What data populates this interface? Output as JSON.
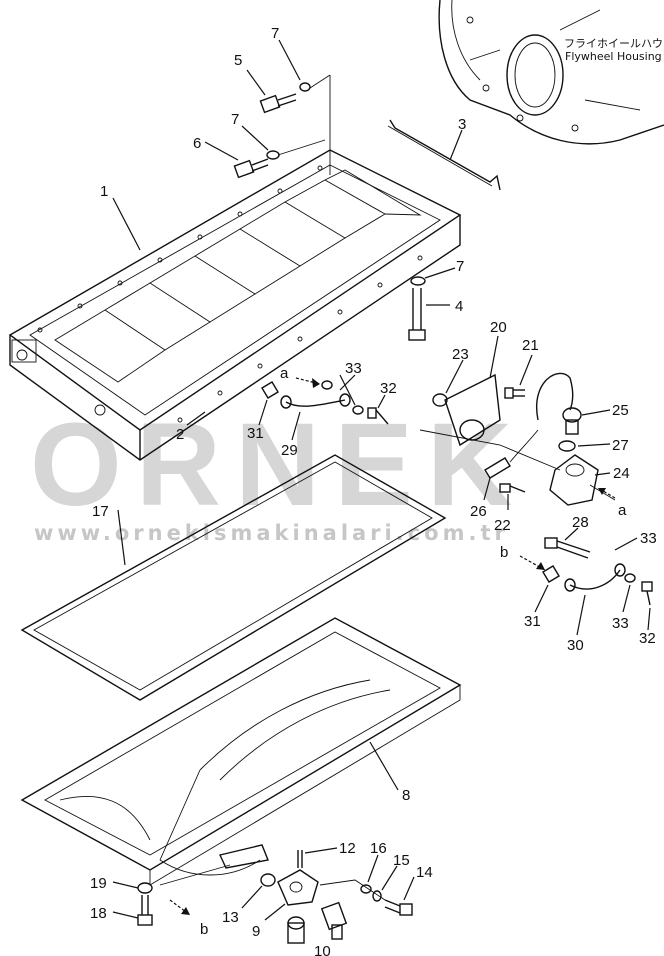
{
  "flywheel_label_jp": "フライホイールハウジング",
  "flywheel_label_en": "Flywheel  Housing",
  "watermark": {
    "brand": "ORNEK",
    "url": "www.ornekismakinalari.com.tr"
  },
  "callouts": [
    {
      "id": "1",
      "text": "1"
    },
    {
      "id": "2",
      "text": "2"
    },
    {
      "id": "3",
      "text": "3"
    },
    {
      "id": "4",
      "text": "4"
    },
    {
      "id": "5",
      "text": "5"
    },
    {
      "id": "6",
      "text": "6"
    },
    {
      "id": "7a",
      "text": "7"
    },
    {
      "id": "7b",
      "text": "7"
    },
    {
      "id": "7c",
      "text": "7"
    },
    {
      "id": "8",
      "text": "8"
    },
    {
      "id": "9",
      "text": "9"
    },
    {
      "id": "10",
      "text": "10"
    },
    {
      "id": "12",
      "text": "12"
    },
    {
      "id": "13",
      "text": "13"
    },
    {
      "id": "14",
      "text": "14"
    },
    {
      "id": "15",
      "text": "15"
    },
    {
      "id": "16",
      "text": "16"
    },
    {
      "id": "17",
      "text": "17"
    },
    {
      "id": "18",
      "text": "18"
    },
    {
      "id": "19",
      "text": "19"
    },
    {
      "id": "20",
      "text": "20"
    },
    {
      "id": "21",
      "text": "21"
    },
    {
      "id": "22",
      "text": "22"
    },
    {
      "id": "23",
      "text": "23"
    },
    {
      "id": "24",
      "text": "24"
    },
    {
      "id": "25",
      "text": "25"
    },
    {
      "id": "26",
      "text": "26"
    },
    {
      "id": "27",
      "text": "27"
    },
    {
      "id": "28",
      "text": "28"
    },
    {
      "id": "29",
      "text": "29"
    },
    {
      "id": "30",
      "text": "30"
    },
    {
      "id": "31a",
      "text": "31"
    },
    {
      "id": "31b",
      "text": "31"
    },
    {
      "id": "32a",
      "text": "32"
    },
    {
      "id": "32b",
      "text": "32"
    },
    {
      "id": "33a",
      "text": "33"
    },
    {
      "id": "33b",
      "text": "33"
    },
    {
      "id": "33c",
      "text": "33"
    },
    {
      "id": "a1",
      "text": "a"
    },
    {
      "id": "a2",
      "text": "a"
    },
    {
      "id": "b1",
      "text": "b"
    },
    {
      "id": "b2",
      "text": "b"
    }
  ]
}
